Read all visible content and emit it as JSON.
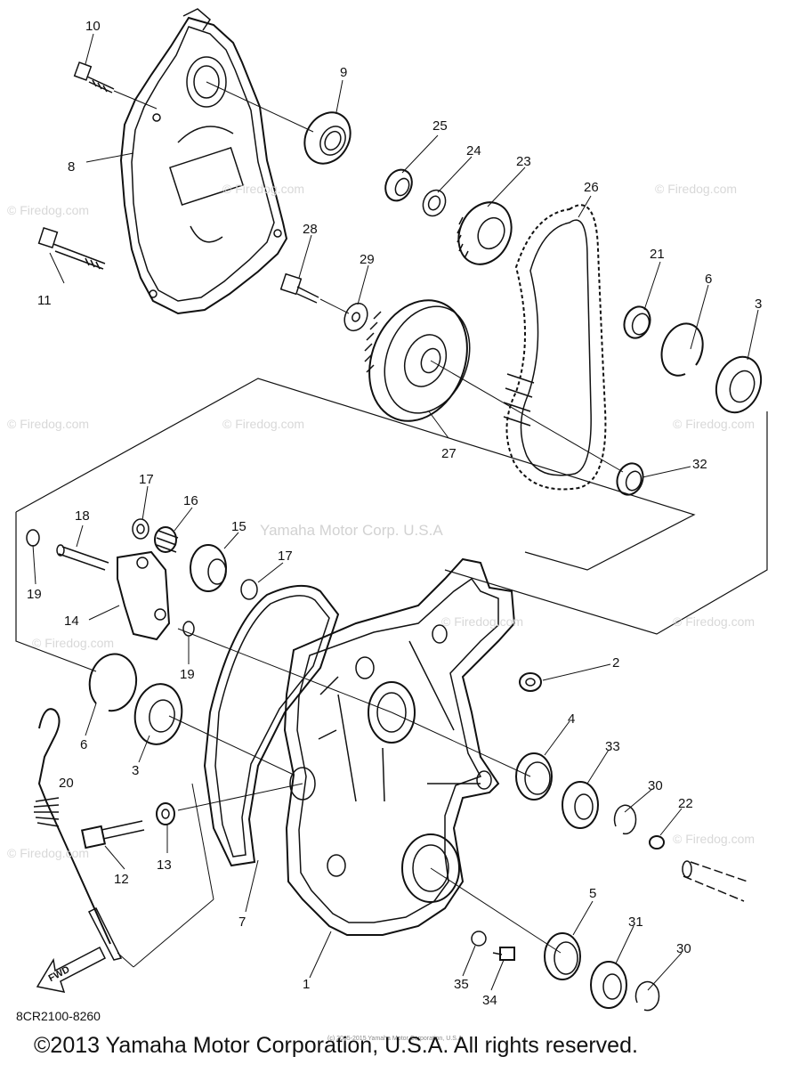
{
  "diagram": {
    "part_code": "8CR2100-8260",
    "copyright": "©2013 Yamaha Motor Corporation, U.S.A. All rights reserved.",
    "small_copyright": "(c) 2005-2015 Yamaha Motor Corporation, U.S.A.",
    "watermark_center": "Yamaha Motor Corp. U.S.A",
    "watermark_site": "© Firedog.com",
    "fwd_label": "FWD",
    "callouts": [
      {
        "id": "c10",
        "label": "10"
      },
      {
        "id": "c9",
        "label": "9"
      },
      {
        "id": "c8",
        "label": "8"
      },
      {
        "id": "c11",
        "label": "11"
      },
      {
        "id": "c25",
        "label": "25"
      },
      {
        "id": "c24",
        "label": "24"
      },
      {
        "id": "c23",
        "label": "23"
      },
      {
        "id": "c26",
        "label": "26"
      },
      {
        "id": "c28",
        "label": "28"
      },
      {
        "id": "c29",
        "label": "29"
      },
      {
        "id": "c21",
        "label": "21"
      },
      {
        "id": "c6a",
        "label": "6"
      },
      {
        "id": "c3a",
        "label": "3"
      },
      {
        "id": "c27",
        "label": "27"
      },
      {
        "id": "c32",
        "label": "32"
      },
      {
        "id": "c17a",
        "label": "17"
      },
      {
        "id": "c16",
        "label": "16"
      },
      {
        "id": "c18",
        "label": "18"
      },
      {
        "id": "c15",
        "label": "15"
      },
      {
        "id": "c17b",
        "label": "17"
      },
      {
        "id": "c19a",
        "label": "19"
      },
      {
        "id": "c14",
        "label": "14"
      },
      {
        "id": "c19b",
        "label": "19"
      },
      {
        "id": "c2",
        "label": "2"
      },
      {
        "id": "c6b",
        "label": "6"
      },
      {
        "id": "c3b",
        "label": "3"
      },
      {
        "id": "c4",
        "label": "4"
      },
      {
        "id": "c33",
        "label": "33"
      },
      {
        "id": "c20",
        "label": "20"
      },
      {
        "id": "c30a",
        "label": "30"
      },
      {
        "id": "c22",
        "label": "22"
      },
      {
        "id": "c12",
        "label": "12"
      },
      {
        "id": "c13",
        "label": "13"
      },
      {
        "id": "c7",
        "label": "7"
      },
      {
        "id": "c5",
        "label": "5"
      },
      {
        "id": "c31",
        "label": "31"
      },
      {
        "id": "c30b",
        "label": "30"
      },
      {
        "id": "c1",
        "label": "1"
      },
      {
        "id": "c35",
        "label": "35"
      },
      {
        "id": "c34",
        "label": "34"
      }
    ]
  }
}
